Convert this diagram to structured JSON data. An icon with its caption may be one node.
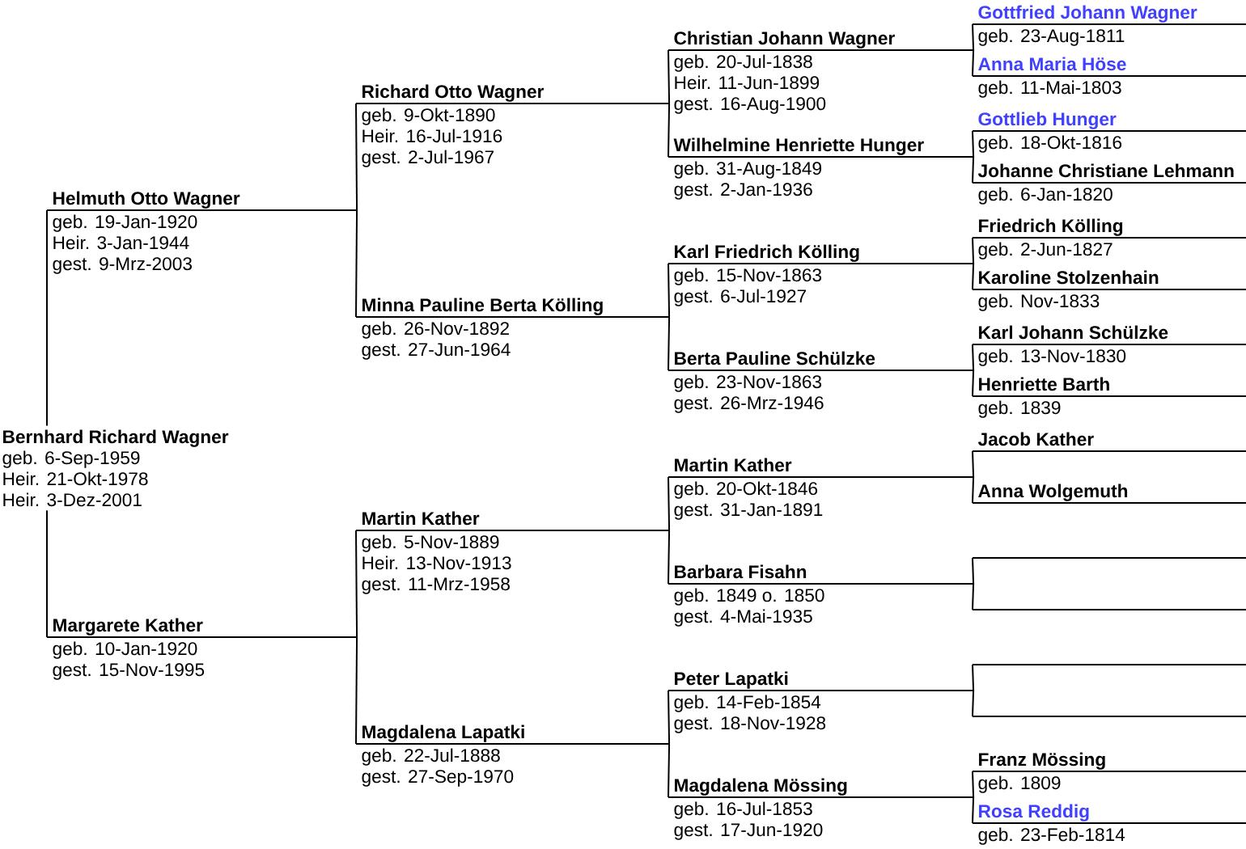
{
  "diagram": {
    "nodes": [
      {
        "text": [
          "Bernhard Richard Wagner",
          "geb. 6-Sep-1959",
          "Heir. 21-Okt-1978",
          "Heir. 3-Dez-2001"
        ]
      },
      {
        "text": [
          "Helmuth Otto Wagner",
          "geb. 19-Jan-1920",
          "Heir. 3-Jan-1944",
          "gest. 9-Mrz-2003"
        ]
      },
      {
        "text": [
          "Margarete Kather",
          "geb. 10-Jan-1920",
          "gest. 15-Nov-1995"
        ]
      },
      {
        "text": [
          "Richard Otto Wagner",
          "geb. 9-Okt-1890",
          "Heir. 16-Jul-1916",
          "gest. 2-Jul-1967"
        ]
      },
      {
        "text": [
          "Minna Pauline Berta Kölling",
          "geb. 26-Nov-1892",
          "gest. 27-Jun-1964"
        ]
      },
      {
        "text": [
          "Martin Kather",
          "geb. 5-Nov-1889",
          "Heir. 13-Nov-1913",
          "gest. 11-Mrz-1958"
        ]
      },
      {
        "text": [
          "Magdalena Lapatki",
          "geb. 22-Jul-1888",
          "gest. 27-Sep-1970"
        ]
      },
      {
        "text": [
          "Christian Johann Wagner",
          "geb. 20-Jul-1838",
          "Heir. 11-Jun-1899",
          "gest. 16-Aug-1900"
        ]
      },
      {
        "text": [
          "Wilhelmine Henriette Hunger",
          "geb. 31-Aug-1849",
          "gest. 2-Jan-1936"
        ]
      },
      {
        "text": [
          "Karl Friedrich Kölling",
          "geb. 15-Nov-1863",
          "gest. 6-Jul-1927"
        ]
      },
      {
        "text": [
          "Berta Pauline Schülzke",
          "geb. 23-Nov-1863",
          "gest. 26-Mrz-1946"
        ]
      },
      {
        "text": [
          "Martin Kather",
          "geb. 20-Okt-1846",
          "gest. 31-Jan-1891"
        ]
      },
      {
        "text": [
          "Barbara Fisahn",
          "geb. 1849 o. 1850",
          "gest. 4-Mai-1935"
        ]
      },
      {
        "text": [
          "Peter Lapatki",
          "geb. 14-Feb-1854",
          "gest. 18-Nov-1928"
        ]
      },
      {
        "text": [
          "Magdalena Mössing",
          "geb. 16-Jul-1853",
          "gest. 17-Jun-1920"
        ]
      },
      {
        "text": [
          "Gottfried Johann Wagner",
          "geb. 23-Aug-1811"
        ]
      },
      {
        "text": [
          "Anna Maria Höse",
          "geb. 11-Mai-1803"
        ]
      },
      {
        "text": [
          "Gottlieb Hunger",
          "geb. 18-Okt-1816"
        ]
      },
      {
        "text": [
          "Johanne Christiane Lehmann",
          "geb. 6-Jan-1820"
        ]
      },
      {
        "text": [
          "Friedrich Kölling",
          "geb. 2-Jun-1827"
        ]
      },
      {
        "text": [
          "Karoline Stolzenhain",
          "geb. Nov-1833"
        ]
      },
      {
        "text": [
          "Karl Johann Schülzke",
          "geb. 13-Nov-1830"
        ]
      },
      {
        "text": [
          "Henriette Barth",
          "geb. 1839"
        ]
      },
      {
        "text": [
          "Jacob Kather"
        ]
      },
      {
        "text": [
          "Anna Wolgemuth"
        ]
      },
      {
        "text": [],
        "shape": "line"
      },
      {
        "text": [],
        "shape": "line"
      },
      {
        "text": [],
        "shape": "line"
      },
      {
        "text": [],
        "shape": "line"
      },
      {
        "text": [
          "Franz Mössing",
          "geb. 1809"
        ]
      },
      {
        "text": [
          "Rosa Reddig",
          "geb. 23-Feb-1814"
        ]
      }
    ],
    "edges": [
      {
        "from": 0,
        "to": 1,
        "arrow": "none"
      },
      {
        "from": 0,
        "to": 2,
        "arrow": "none"
      },
      {
        "from": 1,
        "to": 3,
        "arrow": "none"
      },
      {
        "from": 1,
        "to": 4,
        "arrow": "none"
      },
      {
        "from": 2,
        "to": 5,
        "arrow": "none"
      },
      {
        "from": 2,
        "to": 6,
        "arrow": "none"
      },
      {
        "from": 3,
        "to": 7,
        "arrow": "none"
      },
      {
        "from": 3,
        "to": 8,
        "arrow": "none"
      },
      {
        "from": 4,
        "to": 9,
        "arrow": "none"
      },
      {
        "from": 4,
        "to": 10,
        "arrow": "none"
      },
      {
        "from": 5,
        "to": 11,
        "arrow": "none"
      },
      {
        "from": 5,
        "to": 12,
        "arrow": "none"
      },
      {
        "from": 6,
        "to": 13,
        "arrow": "none"
      },
      {
        "from": 6,
        "to": 14,
        "arrow": "none"
      },
      {
        "from": 7,
        "to": 15,
        "arrow": "none"
      },
      {
        "from": 7,
        "to": 16,
        "arrow": "none"
      },
      {
        "from": 8,
        "to": 17,
        "arrow": "none"
      },
      {
        "from": 8,
        "to": 18,
        "arrow": "none"
      },
      {
        "from": 9,
        "to": 19,
        "arrow": "none"
      },
      {
        "from": 9,
        "to": 20,
        "arrow": "none"
      },
      {
        "from": 10,
        "to": 21,
        "arrow": "none"
      },
      {
        "from": 10,
        "to": 22,
        "arrow": "none"
      },
      {
        "from": 11,
        "to": 23,
        "arrow": "none"
      },
      {
        "from": 11,
        "to": 24,
        "arrow": "none"
      },
      {
        "from": 12,
        "to": 25,
        "arrow": "none"
      },
      {
        "from": 12,
        "to": 26,
        "arrow": "none"
      },
      {
        "from": 13,
        "to": 27,
        "arrow": "none"
      },
      {
        "from": 13,
        "to": 28,
        "arrow": "none"
      },
      {
        "from": 14,
        "to": 29,
        "arrow": "none"
      },
      {
        "from": 14,
        "to": 30,
        "arrow": "none"
      }
    ]
  }
}
